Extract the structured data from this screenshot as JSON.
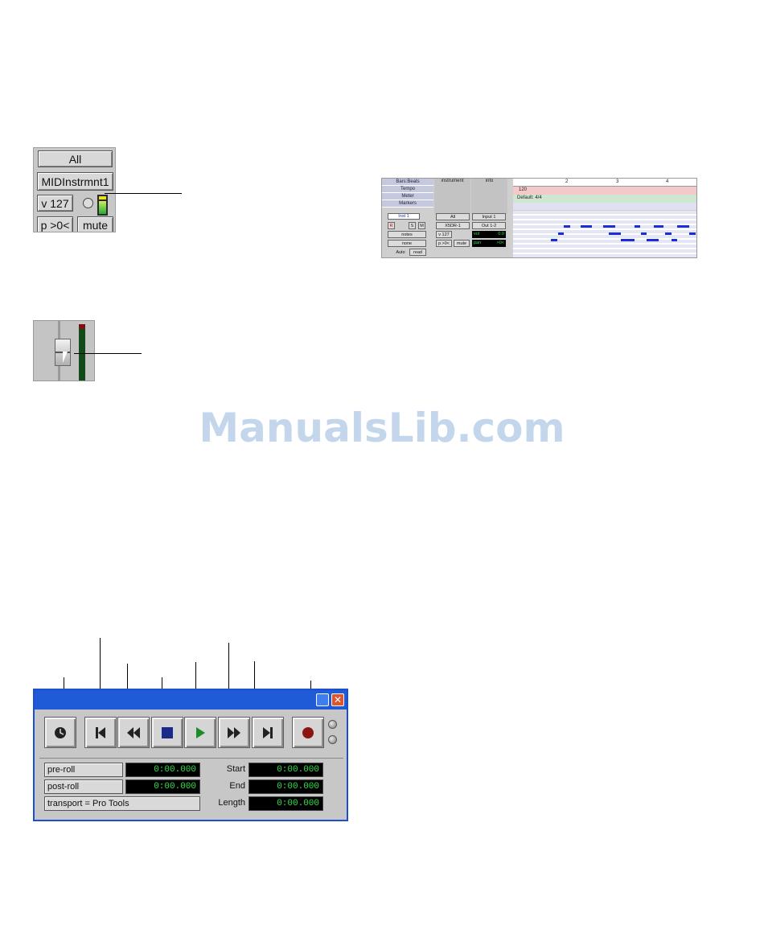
{
  "midi_strip": {
    "group_button": "All",
    "track_name": "MIDInstrmnt1",
    "velocity": "v 127",
    "pan": "p >0<",
    "mute": "mute"
  },
  "edit_window": {
    "rulers": [
      "Bars:Beats",
      "Tempo",
      "Meter",
      "Markers"
    ],
    "column_headers": [
      "instrument",
      "info"
    ],
    "bar_numbers": [
      "2",
      "3",
      "4"
    ],
    "tempo_value": "120",
    "meter_value": "Default: 4/4",
    "track": {
      "name": "Inst 1",
      "record": "R",
      "solo": "S",
      "mute": "M",
      "view": "notes",
      "playlist": "none",
      "auto_label": "Auto",
      "auto_mode": "read",
      "group": "All",
      "input": "Input 1",
      "instrument": "X5DR-1",
      "output": "Out 1-2",
      "velocity": "v 127",
      "vol_label": "vol",
      "vol_value": "0.0",
      "pan_label": "pan",
      "pan_value": ">0<",
      "pan_small": "p >0<",
      "mute_small": "mute"
    }
  },
  "watermark": "ManualsLib.com",
  "transport": {
    "buttons": [
      "online-icon",
      "return-to-zero-icon",
      "rewind-icon",
      "stop-icon",
      "play-icon",
      "fast-forward-icon",
      "go-to-end-icon",
      "record-icon"
    ],
    "pre_roll_label": "pre-roll",
    "pre_roll_value": "0:00.000",
    "post_roll_label": "post-roll",
    "post_roll_value": "0:00.000",
    "transport_label": "transport = Pro Tools",
    "start_label": "Start",
    "start_value": "0:00.000",
    "end_label": "End",
    "end_value": "0:00.000",
    "length_label": "Length",
    "length_value": "0:00.000",
    "colors": {
      "titlebar": "#1f5bd6",
      "counter_text": "#2ee04a",
      "play": "#1f8a2a",
      "record": "#8b1414",
      "stop": "#1a2a8a"
    }
  }
}
